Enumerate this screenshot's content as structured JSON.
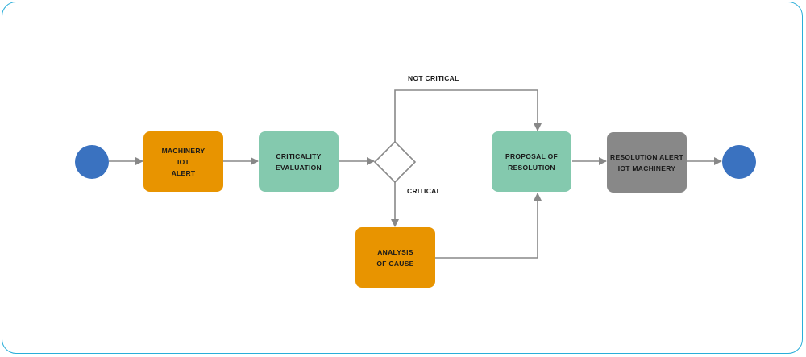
{
  "nodes": {
    "alert": {
      "lines": [
        "MACHINERY",
        "IOT",
        "ALERT"
      ],
      "color": "#e89400"
    },
    "evaluation": {
      "lines": [
        "CRITICALITY",
        "EVALUATION"
      ],
      "color": "#84c9ae"
    },
    "analysis": {
      "lines": [
        "ANALYSIS",
        "OF CAUSE"
      ],
      "color": "#e89400"
    },
    "proposal": {
      "lines": [
        "PROPOSAL OF",
        "RESOLUTION"
      ],
      "color": "#84c9ae"
    },
    "resolution": {
      "lines": [
        "RESOLUTION ALERT",
        "IOT MACHINERY"
      ],
      "color": "#888888"
    }
  },
  "edge_labels": {
    "not_critical": "NOT CRITICAL",
    "critical": "CRITICAL"
  },
  "colors": {
    "frame_border": "#2aaed9",
    "event_circle": "#3a72c0",
    "connector": "#888888"
  }
}
